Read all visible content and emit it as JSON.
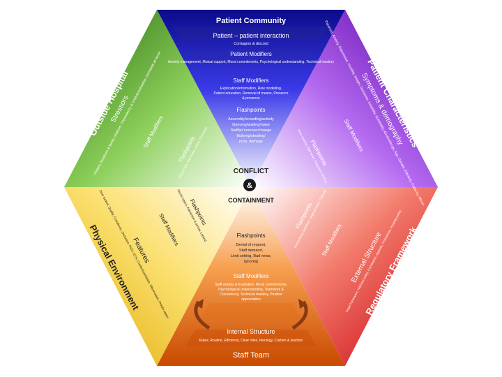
{
  "top": {
    "title": "Patient Community",
    "interaction": "Patient – patient interaction",
    "contagion": "Contagion & discord",
    "modifiers_title": "Patient Modifiers",
    "modifiers_text": "Anxiety management, Mutual support, Moral commitments, Psychological understanding, Technical mastery",
    "staff_modifiers_title": "Staff Modifiers",
    "staff_modifiers_text_1": "Exploration/information, Role modelling,",
    "staff_modifiers_text_2": "Patient education, Removal of means, Presence",
    "staff_modifiers_text_3": "& presence",
    "flashpoints_title": "Flashpoints",
    "flashpoints_text_1": "Assembly/crowding/activity",
    "flashpoints_text_2": "Queuing/waiting/noise",
    "flashpoints_text_3": "Staff/pt turnover/change",
    "flashpoints_text_4": "Bullying/stealing/",
    "flashpoints_text_5": "prop. damage"
  },
  "upper_right": {
    "title": "Patient Characteristics",
    "subtitle": "Symptoms & demography",
    "text": "Paranoia, Anxiety, Depression, Hostility, Insight, Delusions, Irritability, Suicidality, Alcohol/drugs, Age, Gender, Ethnicity, Capacity, Abuse",
    "staff_modifiers": "Staff Modifiers",
    "flashpoints": "Flashpoints",
    "flashpoints_text": "Inner tension, Bad news, Rejection, Anxiety"
  },
  "upper_left": {
    "title": "Outside Hospital",
    "subtitle": "Stressors",
    "text": "Visitors, Relatives & family relations, Dependency & institutionalisation, Demands at home",
    "staff_modifiers": "Staff Modifiers",
    "flashpoints": "Flashpoints",
    "flashpoints_text": "Phone calls, Bad news, Leave, Discharge"
  },
  "lower_left": {
    "title": "Physical Environment",
    "subtitle": "Features",
    "text": "Door locked, Quality, Complexity, Seclusion, PICU, ECA, Comfort/sanitation, Observation, Private space",
    "staff_modifiers": "Staff Modifiers",
    "flashpoints": "Flashpoints",
    "flashpoints_text": "Secret space, Admission & arrival, Locked"
  },
  "lower_right": {
    "title": "Regulatory Framework",
    "subtitle": "External Structure",
    "text": "Legal framework, National policy, Complaints, Appeals, Procedures, Hospital policy",
    "staff_modifiers": "Staff Modifiers",
    "flashpoints": "Flashpoints",
    "flashpoints_text": "Compulsory detention, Legal process, Tribunal"
  },
  "bottom": {
    "title": "Staff Team",
    "internal_title": "Internal Structure",
    "internal_text": "Rules, Routine, Efficiency, Clear roles, Ideology, Custom & practice",
    "staff_modifiers_title": "Staff Modifiers",
    "staff_modifiers_text_1": "Staff anxiety & frustration, Moral commitments,",
    "staff_modifiers_text_2": "Psychological understanding, Teamwork &",
    "staff_modifiers_text_3": "Consistency, Technical mastery, Positive",
    "staff_modifiers_text_4": "appreciation",
    "flashpoints_title": "Flashpoints",
    "flashpoints_text_1": "Denial of request,",
    "flashpoints_text_2": "Staff demand,",
    "flashpoints_text_3": "Limit setting, Bad news,",
    "flashpoints_text_4": "Ignoring"
  },
  "center": {
    "conflict": "CONFLICT",
    "amp": "&",
    "containment": "CONTAINMENT"
  },
  "colors": {
    "top": "#1a1aa8",
    "upper_right": "#6a00b8",
    "lower_right": "#e0201e",
    "bottom": "#e05a00",
    "lower_left": "#f0c000",
    "upper_left": "#3a8a1a"
  }
}
